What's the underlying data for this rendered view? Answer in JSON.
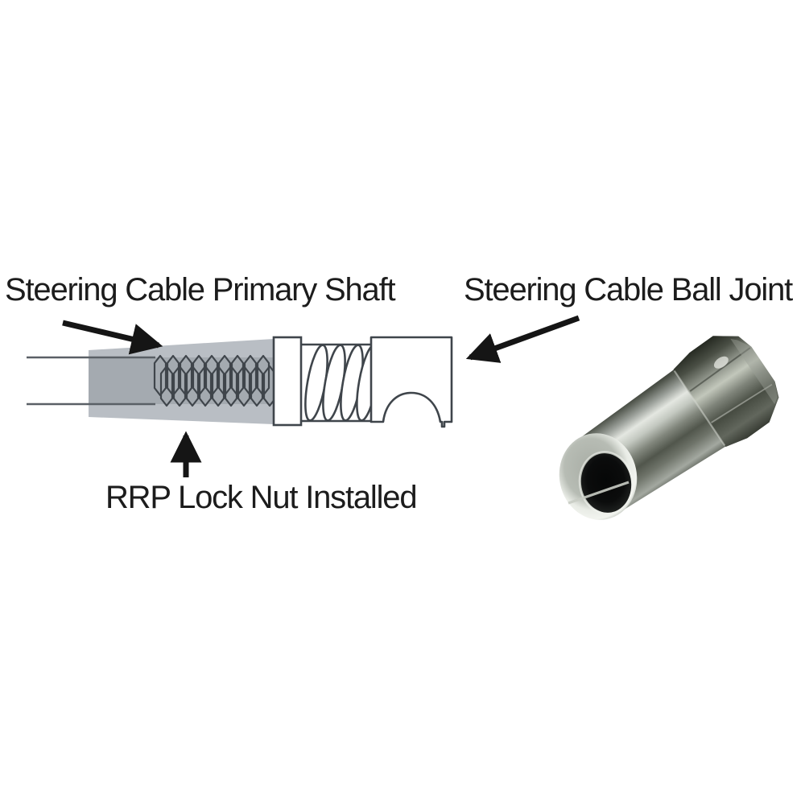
{
  "figure": {
    "type": "technical-diagram",
    "background": "#ffffff",
    "labels": {
      "primary_shaft": "Steering Cable Primary Shaft",
      "ball_joint": "Steering Cable Ball Joint",
      "lock_nut": "RRP Lock Nut Installed"
    },
    "arrows": [
      {
        "name": "primary-shaft-arrow",
        "direction": "down-right"
      },
      {
        "name": "ball-joint-arrow",
        "direction": "down-left"
      },
      {
        "name": "lock-nut-arrow",
        "direction": "up"
      }
    ],
    "colors": {
      "background": "#ffffff",
      "text": "#1c1c1c",
      "arrow": "#151515",
      "line_art_stroke": "#3f454b",
      "wedge_gray": "#b9bec4",
      "shaft_gray": "#a4aab0",
      "metal_bright": "#e4e7e1",
      "metal_mid": "#878c82",
      "metal_dark": "#2c302a"
    }
  }
}
